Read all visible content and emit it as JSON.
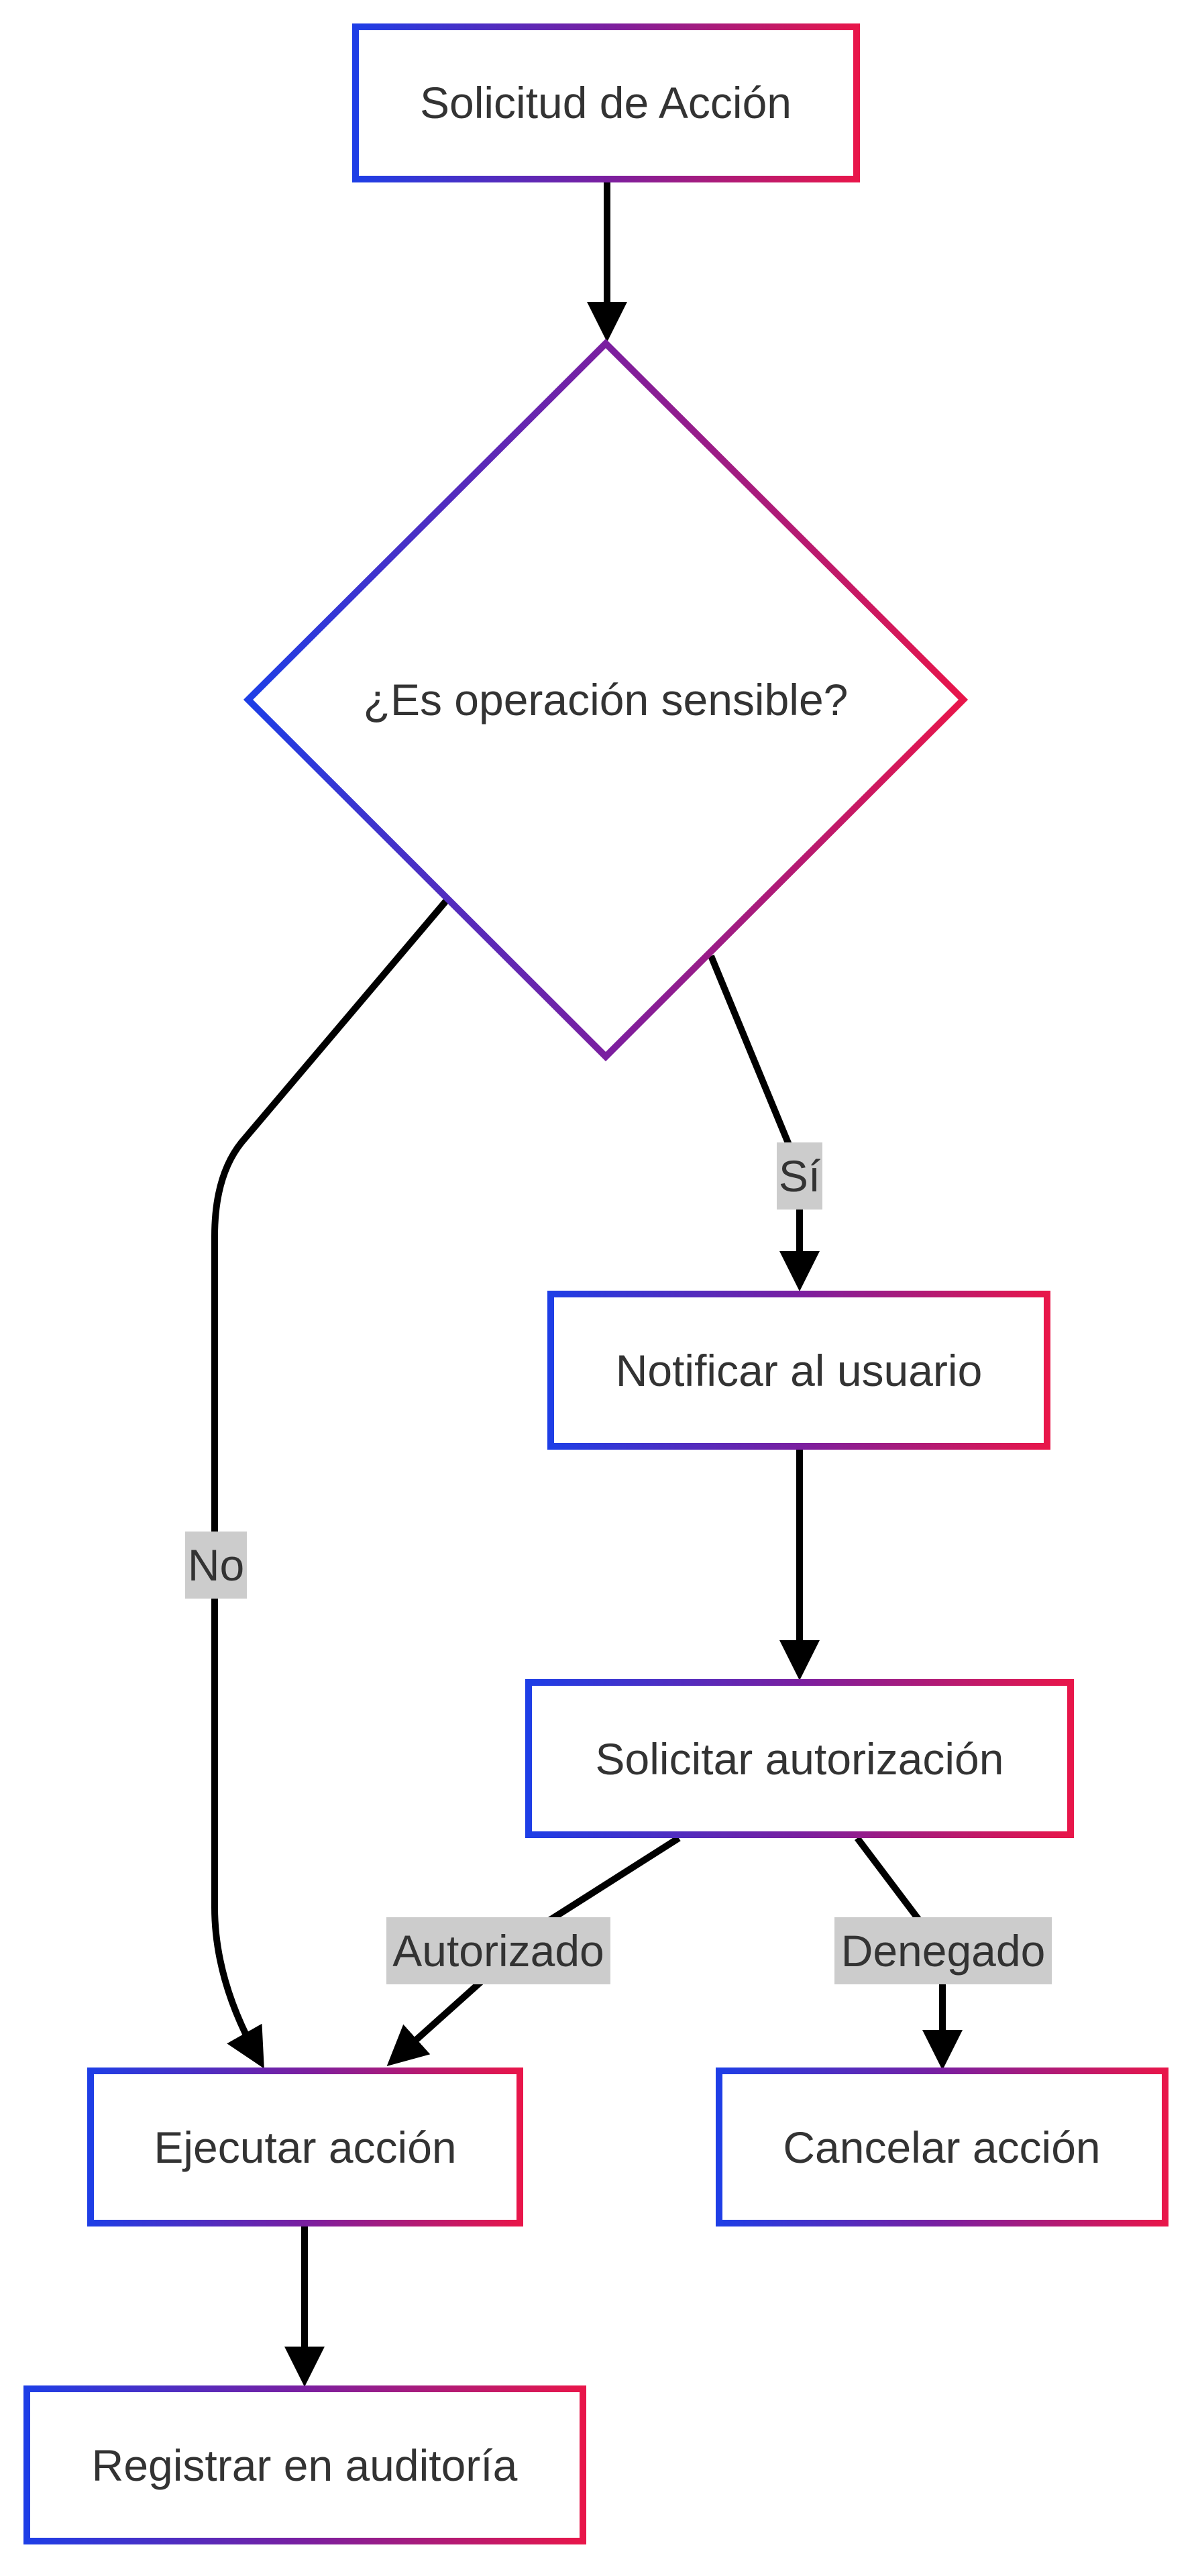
{
  "diagram": {
    "colors": {
      "gradient_start": "#1e3ee6",
      "gradient_mid": "#7a1fa0",
      "gradient_end": "#e8164a",
      "edge": "#000000",
      "label_bg": "#cccccc",
      "text": "#333333",
      "background": "#ffffff"
    },
    "nodes": {
      "solicitud": {
        "label": "Solicitud de Acción"
      },
      "decision": {
        "label": "¿Es operación sensible?"
      },
      "notificar": {
        "label": "Notificar al usuario"
      },
      "autorizacion": {
        "label": "Solicitar autorización"
      },
      "ejecutar": {
        "label": "Ejecutar acción"
      },
      "cancelar": {
        "label": "Cancelar acción"
      },
      "registrar": {
        "label": "Registrar en auditoría"
      }
    },
    "edges": {
      "no": {
        "label": "No"
      },
      "si": {
        "label": "Sí"
      },
      "autorizado": {
        "label": "Autorizado"
      },
      "denegado": {
        "label": "Denegado"
      }
    }
  }
}
